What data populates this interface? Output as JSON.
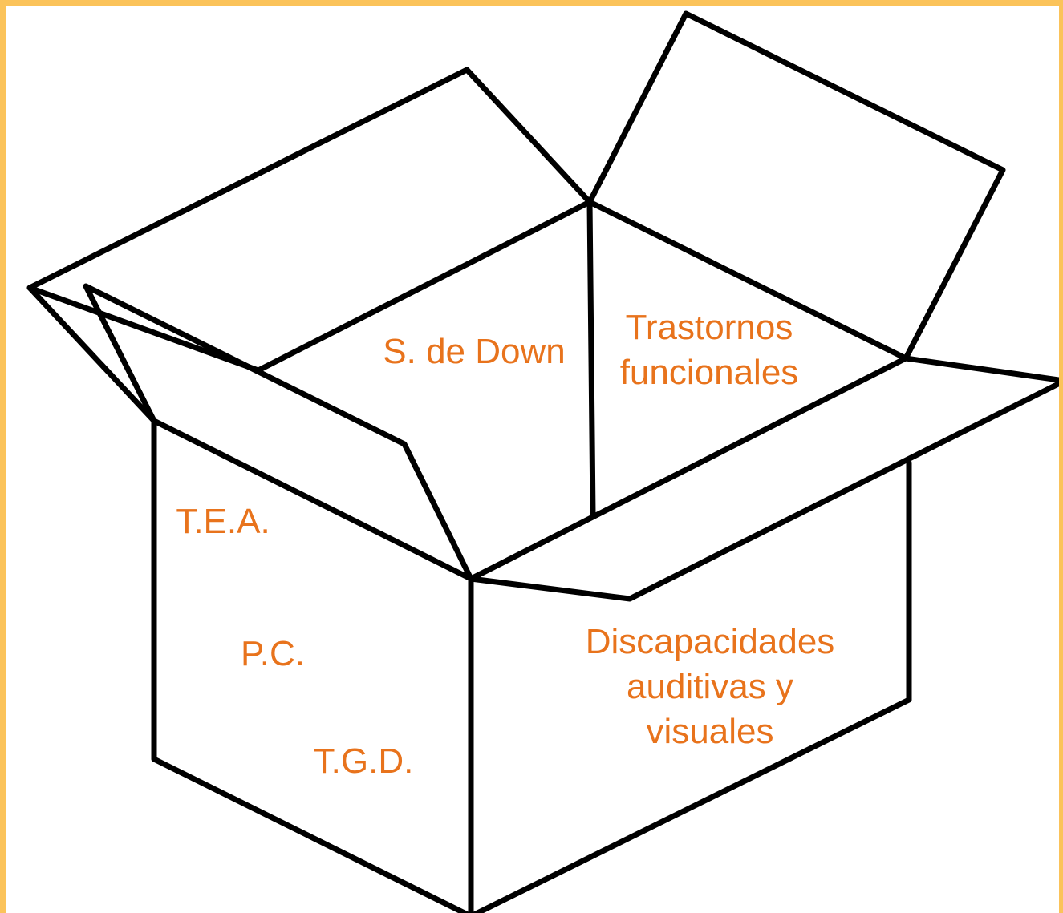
{
  "colors": {
    "frame": "#fbc35a",
    "label": "#e8731c",
    "stroke": "#000000",
    "background": "#ffffff"
  },
  "illustration": "open-cardboard-box",
  "labels": {
    "down": "S. de Down",
    "trastornos": [
      "Trastornos",
      "funcionales"
    ],
    "tea": "T.E.A.",
    "pc": "P.C.",
    "tgd": "T.G.D.",
    "discapacidades": [
      "Discapacidades",
      "auditivas y",
      "visuales"
    ]
  }
}
